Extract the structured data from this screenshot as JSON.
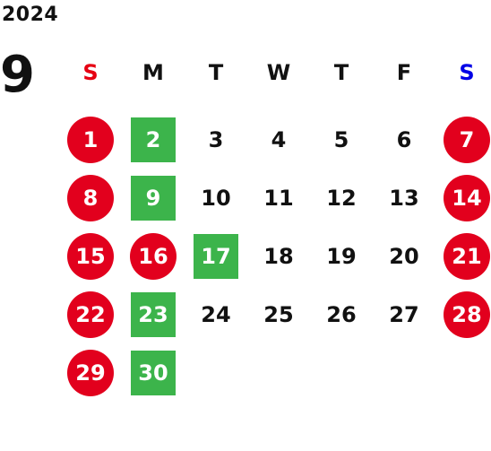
{
  "calendar": {
    "year": "2024",
    "month": "9",
    "weekdays": [
      "S",
      "M",
      "T",
      "W",
      "T",
      "F",
      "S"
    ],
    "colors": {
      "holiday_red": "#e2001d",
      "highlight_green": "#3cb44b",
      "sunday_label": "#e60012",
      "saturday_label": "#0000e6"
    },
    "weeks": [
      [
        {
          "label": "1",
          "style": "red"
        },
        {
          "label": "2",
          "style": "green"
        },
        {
          "label": "3",
          "style": "plain"
        },
        {
          "label": "4",
          "style": "plain"
        },
        {
          "label": "5",
          "style": "plain"
        },
        {
          "label": "6",
          "style": "plain"
        },
        {
          "label": "7",
          "style": "red"
        }
      ],
      [
        {
          "label": "8",
          "style": "red"
        },
        {
          "label": "9",
          "style": "green"
        },
        {
          "label": "10",
          "style": "plain"
        },
        {
          "label": "11",
          "style": "plain"
        },
        {
          "label": "12",
          "style": "plain"
        },
        {
          "label": "13",
          "style": "plain"
        },
        {
          "label": "14",
          "style": "red"
        }
      ],
      [
        {
          "label": "15",
          "style": "red"
        },
        {
          "label": "16",
          "style": "red"
        },
        {
          "label": "17",
          "style": "green"
        },
        {
          "label": "18",
          "style": "plain"
        },
        {
          "label": "19",
          "style": "plain"
        },
        {
          "label": "20",
          "style": "plain"
        },
        {
          "label": "21",
          "style": "red"
        }
      ],
      [
        {
          "label": "22",
          "style": "red"
        },
        {
          "label": "23",
          "style": "green"
        },
        {
          "label": "24",
          "style": "plain"
        },
        {
          "label": "25",
          "style": "plain"
        },
        {
          "label": "26",
          "style": "plain"
        },
        {
          "label": "27",
          "style": "plain"
        },
        {
          "label": "28",
          "style": "red"
        }
      ],
      [
        {
          "label": "29",
          "style": "red"
        },
        {
          "label": "30",
          "style": "green"
        },
        {
          "label": "",
          "style": "empty"
        },
        {
          "label": "",
          "style": "empty"
        },
        {
          "label": "",
          "style": "empty"
        },
        {
          "label": "",
          "style": "empty"
        },
        {
          "label": "",
          "style": "empty"
        }
      ]
    ]
  }
}
